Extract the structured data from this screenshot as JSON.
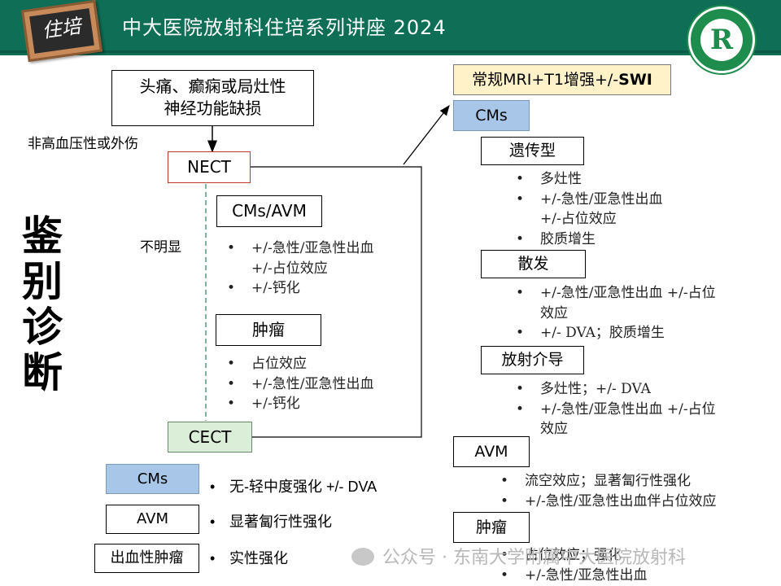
{
  "header": {
    "title": "中大医院放射科住培系列讲座 2024",
    "badge_text": "住培",
    "logo_text": "R",
    "bg_color": "#0f6e56"
  },
  "side_title": [
    "鉴",
    "别",
    "诊",
    "断"
  ],
  "flow": {
    "symptom_lines": [
      "头痛、癫痫或局灶性",
      "神经功能缺损"
    ],
    "condition_label": "非高血压性或外伤",
    "nect": "NECT",
    "unclear_label": "不明显",
    "cect": "CECT",
    "cms_avm": {
      "title": "CMs/AVM",
      "bullets": [
        [
          "+/-急性/亚急性出血",
          "+/-占位效应"
        ],
        [
          "+/-钙化"
        ]
      ]
    },
    "tumor": {
      "title": "肿瘤",
      "bullets": [
        [
          "占位效应"
        ],
        [
          "+/-急性/亚急性出血"
        ],
        [
          "+/-钙化"
        ]
      ]
    }
  },
  "cect_results": [
    {
      "label": "CMs",
      "desc": "无-轻中度强化 +/- DVA"
    },
    {
      "label": "AVM",
      "desc": "显著匐行性强化"
    },
    {
      "label": "出血性肿瘤",
      "desc": "实性强化"
    }
  ],
  "mri": {
    "title_main": "常规MRI+T1增强+/-",
    "title_bold": "SWI",
    "cms_label": "CMs",
    "groups": [
      {
        "title": "遗传型",
        "bullets": [
          [
            "多灶性"
          ],
          [
            "+/-急性/亚急性出血",
            "+/-占位效应"
          ],
          [
            "胶质增生"
          ]
        ]
      },
      {
        "title": "散发",
        "bullets": [
          [
            "+/-急性/亚急性出血 +/-占位",
            "效应"
          ],
          [
            "+/- DVA；胶质增生"
          ]
        ]
      },
      {
        "title": "放射介导",
        "bullets": [
          [
            "多灶性；+/- DVA"
          ],
          [
            "+/-急性/亚急性出血 +/-占位",
            "效应"
          ]
        ]
      }
    ],
    "avm": {
      "title": "AVM",
      "bullets": [
        [
          "流空效应；显著匐行性强化"
        ],
        [
          "+/-急性/亚急性出血伴占位效应"
        ]
      ]
    },
    "tumor": {
      "title": "肿瘤",
      "bullets": [
        [
          "占位效应；强化"
        ],
        [
          "+/-急性/亚急性出血"
        ]
      ]
    }
  },
  "watermark": "公众号 · 东南大学附属中大医院放射科"
}
